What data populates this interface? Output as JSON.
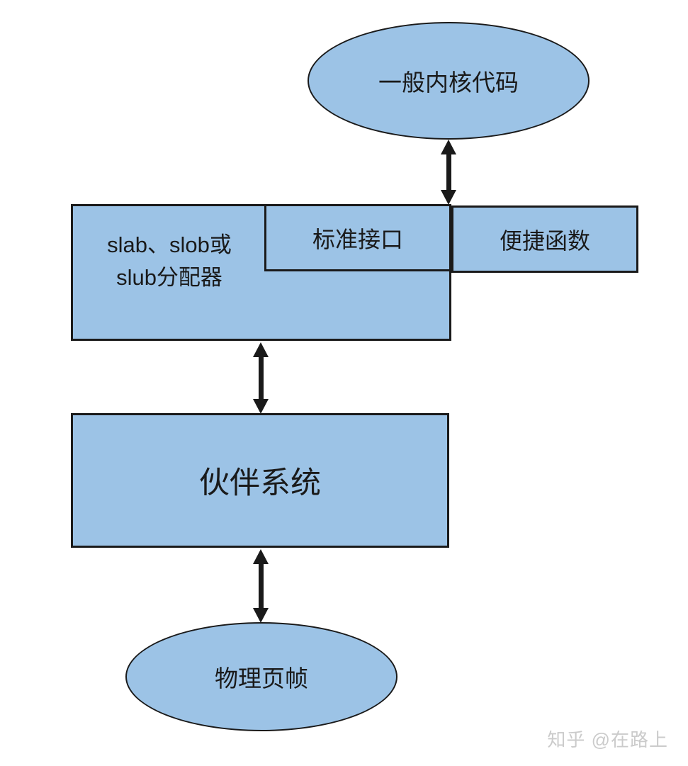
{
  "diagram": {
    "type": "flowchart",
    "colors": {
      "fill": "#9CC3E6",
      "stroke": "#1A1A1A",
      "text": "#1A1A1A",
      "watermark": "#CBCBCB",
      "background": "#FFFFFF"
    },
    "nodes": {
      "kernel_code": {
        "shape": "ellipse",
        "label": "一般内核代码"
      },
      "slab_allocator": {
        "shape": "rect",
        "lines": [
          "slab、slob或",
          "slub分配器"
        ]
      },
      "standard_interface": {
        "shape": "rect",
        "label": "标准接口"
      },
      "convenience_functions": {
        "shape": "rect",
        "label": "便捷函数"
      },
      "buddy_system": {
        "shape": "rect",
        "label": "伙伴系统"
      },
      "physical_page_frames": {
        "shape": "ellipse",
        "label": "物理页帧"
      }
    },
    "edges": [
      {
        "from": "kernel_code",
        "to": "standard_interface",
        "style": "double-headed"
      },
      {
        "from": "slab_allocator",
        "to": "buddy_system",
        "style": "double-headed"
      },
      {
        "from": "buddy_system",
        "to": "physical_page_frames",
        "style": "double-headed"
      }
    ],
    "watermark": "知乎 @在路上"
  }
}
